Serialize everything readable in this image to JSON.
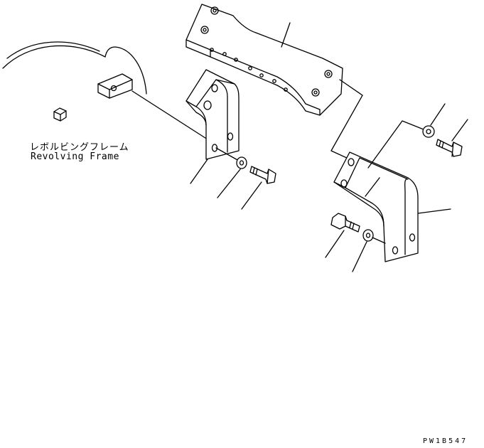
{
  "labels": {
    "part_name_jp": "レボルビングフレーム",
    "part_name_en": "Revolving Frame",
    "drawing_code": "PW1B547"
  }
}
